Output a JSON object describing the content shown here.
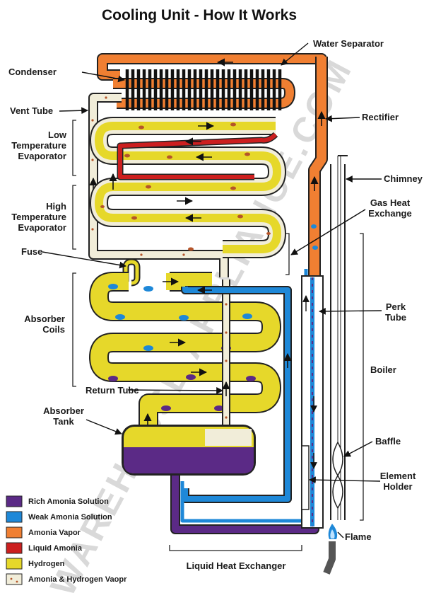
{
  "title": "Cooling Unit - How It Works",
  "watermark": "WAREHOUSE APPLIANCE.COM",
  "labels": {
    "water_separator": "Water Separator",
    "condenser": "Condenser",
    "vent_tube": "Vent Tube",
    "rectifier": "Rectifier",
    "low_temp_evap_1": "Low",
    "low_temp_evap_2": "Temperature",
    "low_temp_evap_3": "Evaporator",
    "chimney": "Chimney",
    "high_temp_evap_1": "High",
    "high_temp_evap_2": "Temperature",
    "high_temp_evap_3": "Evaporator",
    "gas_heat_1": "Gas Heat",
    "gas_heat_2": "Exchange",
    "fuse": "Fuse",
    "absorber_coils_1": "Absorber",
    "absorber_coils_2": "Coils",
    "perk_tube_1": "Perk",
    "perk_tube_2": "Tube",
    "boiler": "Boiler",
    "return_tube": "Return Tube",
    "absorber_tank_1": "Absorber",
    "absorber_tank_2": "Tank",
    "baffle": "Baffle",
    "element_holder_1": "Element",
    "element_holder_2": "Holder",
    "flame": "Flame",
    "liquid_heat_exchanger": "Liquid Heat Exchanger"
  },
  "legend": [
    {
      "label": "Rich Amonia Solution",
      "color": "#5b2a86"
    },
    {
      "label": "Weak Amonia Solution",
      "color": "#1e88d8"
    },
    {
      "label": "Amonia Vapor",
      "color": "#f07f32"
    },
    {
      "label": "Liquid Amonia",
      "color": "#cc1f1f"
    },
    {
      "label": "Hydrogen",
      "color": "#e6d82a"
    },
    {
      "label": "Amonia & Hydrogen Vaopr",
      "color": "#f1edd9"
    }
  ]
}
